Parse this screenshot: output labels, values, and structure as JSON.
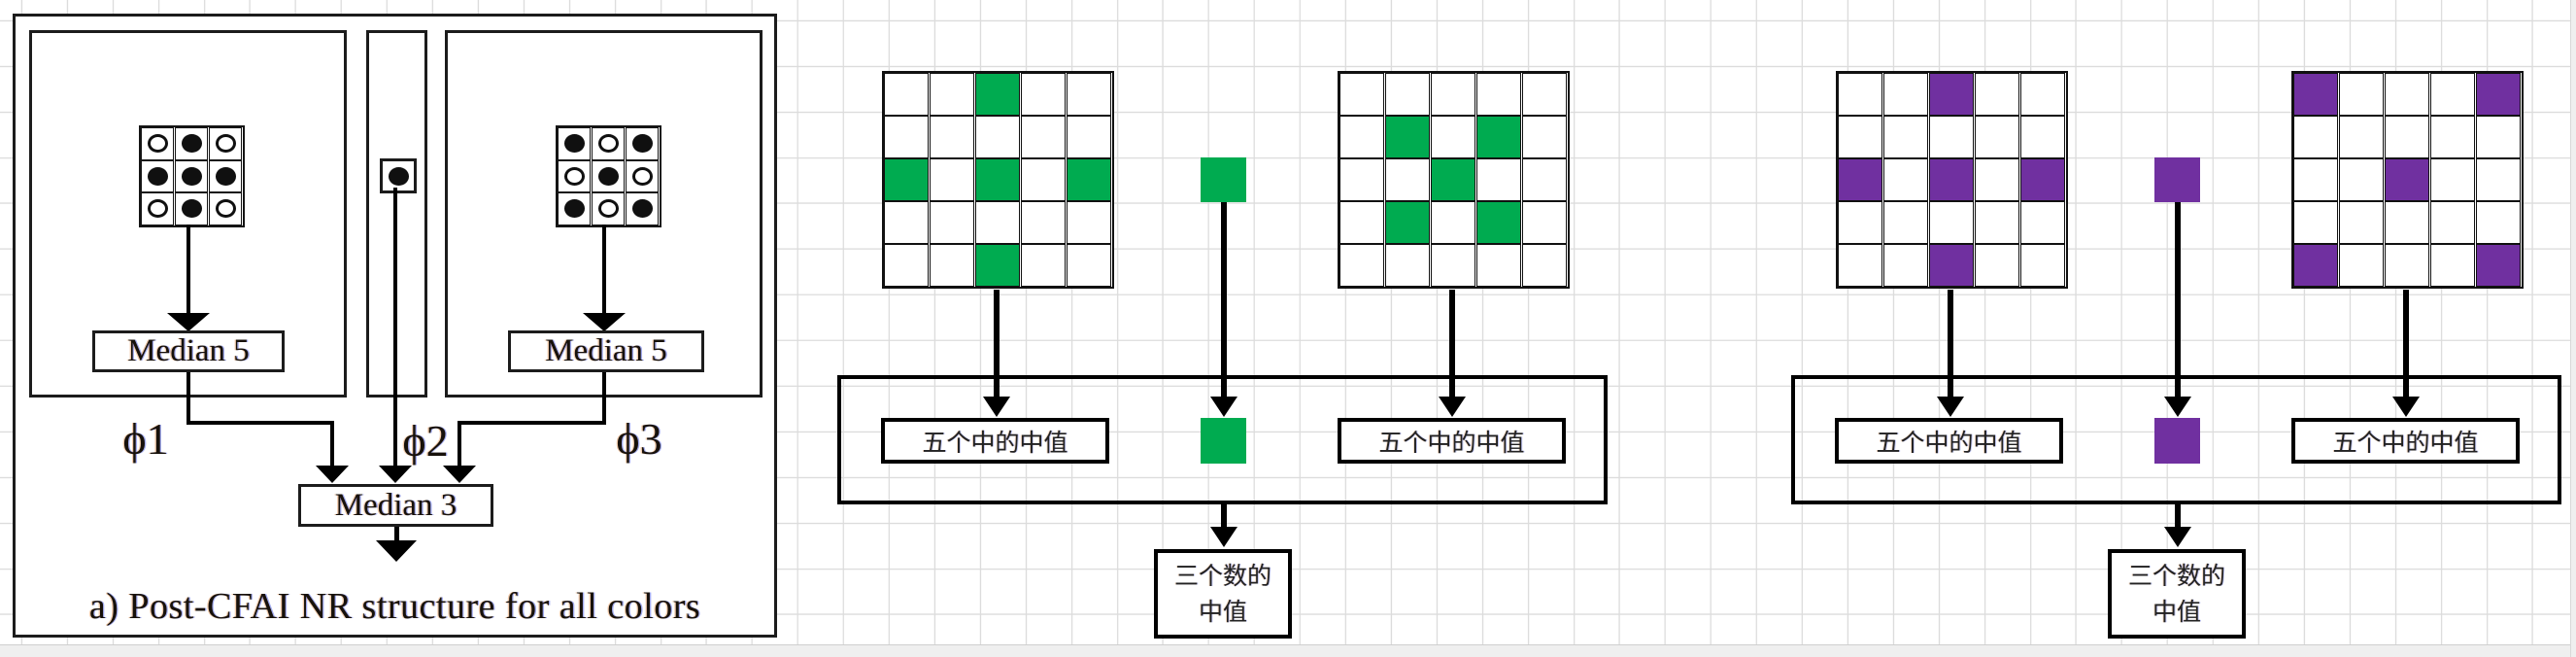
{
  "panel_a": {
    "caption": "a) Post-CFAI NR structure for all colors",
    "median5_left": "Median 5",
    "median5_right": "Median 5",
    "median3": "Median 3",
    "phi1": "ϕ1",
    "phi2": "ϕ2",
    "phi3": "ϕ3",
    "kernel_plus": [
      "oxo",
      "xxx",
      "oxo"
    ],
    "kernel_cross": [
      "xox",
      "oxo",
      "xox"
    ],
    "kernel_center": [
      "x"
    ]
  },
  "green": {
    "color": "#00AB50",
    "grid_plus": {
      "rows": 5,
      "cols": 5,
      "filled": [
        [
          0,
          2
        ],
        [
          2,
          0
        ],
        [
          2,
          2
        ],
        [
          2,
          4
        ],
        [
          4,
          2
        ]
      ]
    },
    "grid_cross": {
      "rows": 5,
      "cols": 5,
      "filled": [
        [
          1,
          1
        ],
        [
          1,
          3
        ],
        [
          2,
          2
        ],
        [
          3,
          1
        ],
        [
          3,
          3
        ]
      ]
    },
    "median5_left": "五个中的中值",
    "median5_right": "五个中的中值",
    "median3_line1": "三个数的",
    "median3_line2": "中值"
  },
  "purple": {
    "color": "#7030A0",
    "grid_plus": {
      "rows": 5,
      "cols": 5,
      "filled": [
        [
          0,
          2
        ],
        [
          2,
          0
        ],
        [
          2,
          2
        ],
        [
          2,
          4
        ],
        [
          4,
          2
        ]
      ]
    },
    "grid_corners": {
      "rows": 5,
      "cols": 5,
      "filled": [
        [
          0,
          0
        ],
        [
          0,
          4
        ],
        [
          2,
          2
        ],
        [
          4,
          0
        ],
        [
          4,
          4
        ]
      ]
    },
    "median5_left": "五个中的中值",
    "median5_right": "五个中的中值",
    "median3_line1": "三个数的",
    "median3_line2": "中值"
  }
}
